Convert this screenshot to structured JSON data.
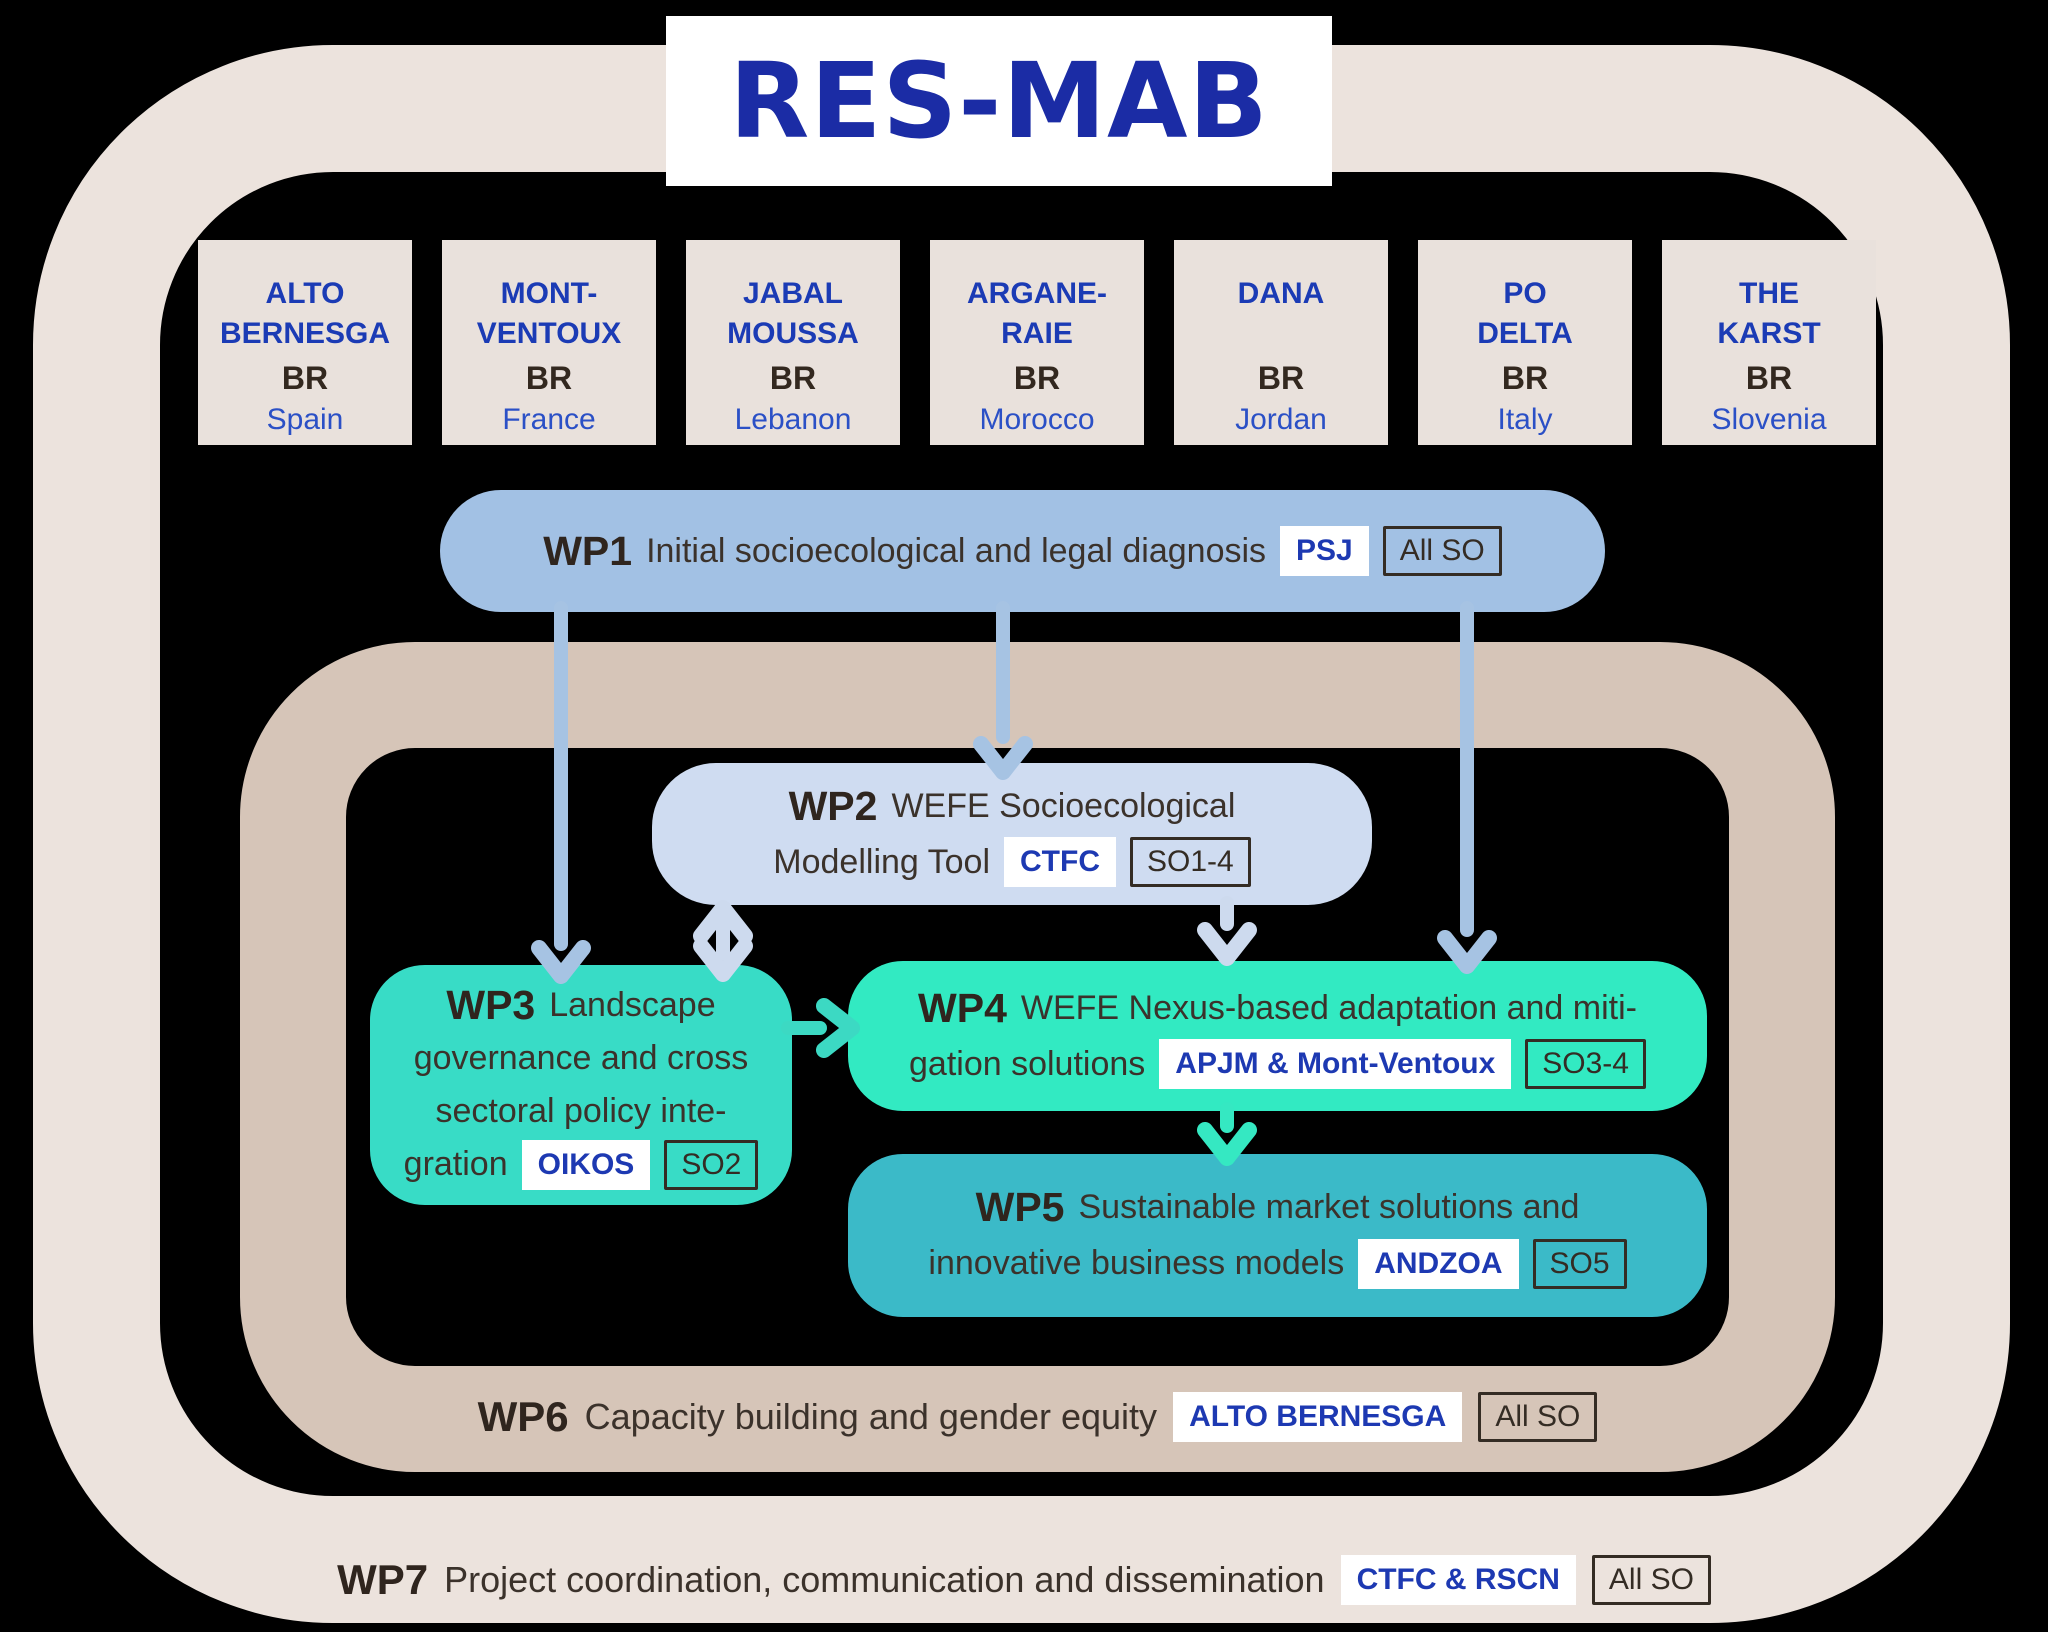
{
  "title": "RES-MAB",
  "colors": {
    "title_blue": "#1b2ca5",
    "chip_blue": "#1d39b2",
    "dark_text": "#342c24",
    "country_blue": "#2b50c6",
    "outer_ring": "#ece3dd",
    "wp6_ring": "#d6c5b8",
    "reserve_box": "#e9e1dc",
    "wp1_fill": "#a2c1e4",
    "wp2_fill": "#cfdcf1",
    "wp3_fill": "#38dcc6",
    "wp4_fill": "#32eac2",
    "wp5_fill": "#3bbac8"
  },
  "reserves": [
    {
      "line1": "ALTO",
      "line2": "BERNESGA",
      "br": "BR",
      "country": "Spain"
    },
    {
      "line1": "MONT-",
      "line2": "VENTOUX",
      "br": "BR",
      "country": "France"
    },
    {
      "line1": "JABAL",
      "line2": "MOUSSA",
      "br": "BR",
      "country": "Lebanon"
    },
    {
      "line1": "ARGANE-",
      "line2": "RAIE",
      "br": "BR",
      "country": "Morocco"
    },
    {
      "line1": "DANA",
      "line2": "",
      "br": "BR",
      "country": "Jordan"
    },
    {
      "line1": "PO",
      "line2": "DELTA",
      "br": "BR",
      "country": "Italy"
    },
    {
      "line1": "THE",
      "line2": "KARST",
      "br": "BR",
      "country": "Slovenia"
    }
  ],
  "wp1": {
    "label": "WP1",
    "text": "Initial socioecological and legal diagnosis",
    "lead": "PSJ",
    "so": "All SO"
  },
  "wp2": {
    "label": "WP2",
    "l1": "WEFE Socioecological",
    "l2": "Modelling Tool",
    "lead": "CTFC",
    "so": "SO1-4"
  },
  "wp3": {
    "label": "WP3",
    "l1": "Landscape",
    "l2": "governance and cross",
    "l3": "sectoral policy inte-",
    "l4": "gration",
    "lead": "OIKOS",
    "so": "SO2"
  },
  "wp4": {
    "label": "WP4",
    "l1": "WEFE Nexus-based adaptation and miti-",
    "l2": "gation solutions",
    "lead": "APJM & Mont-Ventoux",
    "so": "SO3-4"
  },
  "wp5": {
    "label": "WP5",
    "l1": "Sustainable market solutions and",
    "l2": "innovative business models",
    "lead": "ANDZOA",
    "so": "SO5"
  },
  "wp6": {
    "label": "WP6",
    "text": "Capacity building and gender equity",
    "lead": "ALTO BERNESGA",
    "so": "All SO"
  },
  "wp7": {
    "label": "WP7",
    "text": "Project coordination, communication and dissemination",
    "lead": "CTFC & RSCN",
    "so": "All SO"
  }
}
